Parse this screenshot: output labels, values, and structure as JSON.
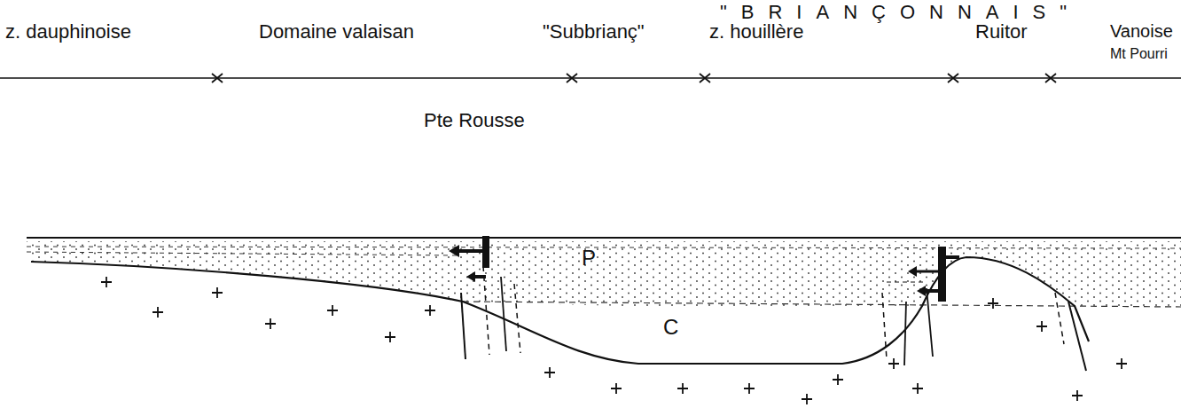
{
  "diagram": {
    "labels": [
      "\"BRIANÇONNAIS\"",
      "z. dauphinoise",
      "Domaine valaisan",
      "\"Subbrianç\"",
      "z. houillère",
      "Ruitor",
      "Vanoise",
      "Mt Pourri",
      "Pte Rousse",
      "P",
      "C"
    ]
  }
}
